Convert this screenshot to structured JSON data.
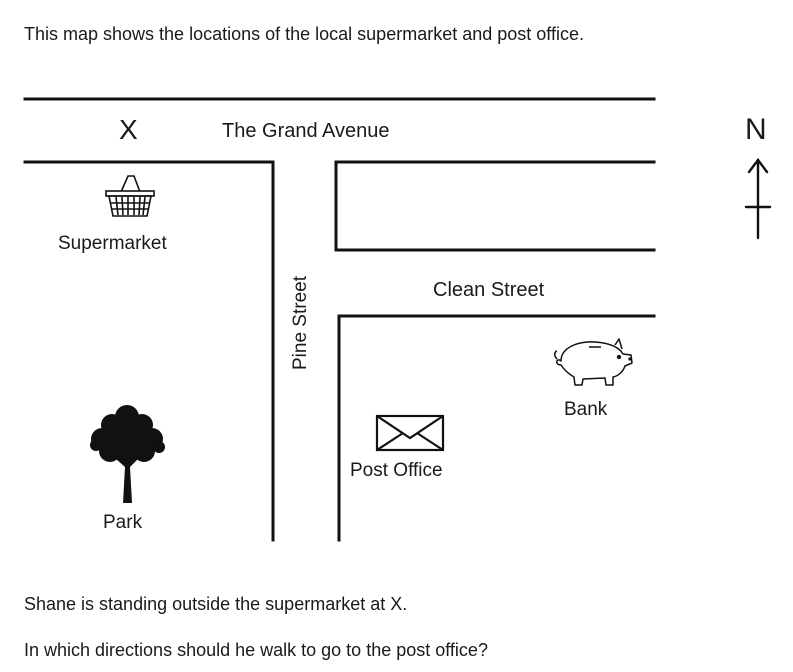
{
  "intro_text": "This map shows the locations of the local supermarket and post office.",
  "map": {
    "x_marker": "X",
    "streets": {
      "grand_avenue": "The Grand Avenue",
      "pine_street": "Pine Street",
      "clean_street": "Clean Street"
    },
    "places": {
      "supermarket": "Supermarket",
      "bank": "Bank",
      "post_office": "Post Office",
      "park": "Park"
    },
    "compass": {
      "north_label": "N"
    },
    "icons": {
      "supermarket": "shopping-basket-icon",
      "bank": "piggy-bank-icon",
      "post_office": "envelope-icon",
      "park": "tree-icon",
      "compass": "north-arrow-icon"
    }
  },
  "question": {
    "line1": "Shane is standing outside the supermarket at X.",
    "line2": "In which directions should he walk to go to the post office?"
  }
}
